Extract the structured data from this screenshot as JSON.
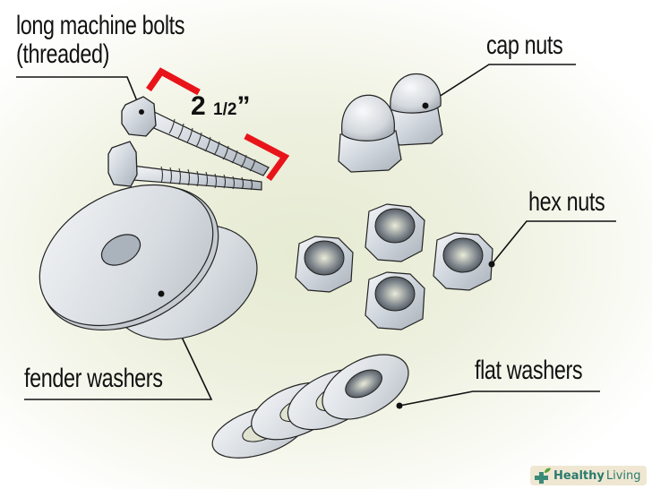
{
  "labels": {
    "bolts_line1": "long machine bolts",
    "bolts_line2": "(threaded)",
    "cap_nuts": "cap nuts",
    "hex_nuts": "hex nuts",
    "fender_washers": "fender washers",
    "flat_washers": "flat washers"
  },
  "measurement": {
    "whole": "2",
    "fraction": "1/2",
    "unit": "”",
    "bracket_color": "#e8141a"
  },
  "watermark": {
    "brand_bold": "Healthy",
    "brand_rest": "Living",
    "icon": "cross-leaf-icon"
  }
}
